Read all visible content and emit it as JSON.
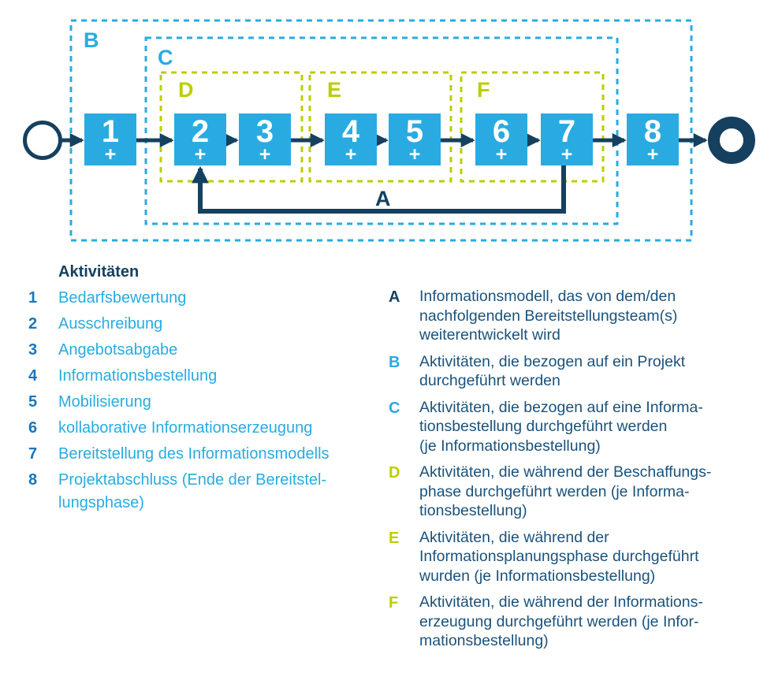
{
  "colors": {
    "box_fill_cyan": "#29ABE2",
    "group_cyan": "#29ABE2",
    "group_lime": "#BCCE00",
    "arrow_navy": "#16405F",
    "legend_number_blue": "#1B75BC",
    "legend_activity_cyan": "#29ABE2",
    "legend_body_blue": "#1A527C"
  },
  "diagram": {
    "icons": {
      "start_event": "bpmn-start-event-circle",
      "end_event": "bpmn-end-event-thick-circle",
      "subprocess_marker_glyph": "+"
    },
    "subprocess_marker": "+",
    "groups": [
      {
        "label": "B"
      },
      {
        "label": "C"
      },
      {
        "label": "D"
      },
      {
        "label": "E"
      },
      {
        "label": "F"
      }
    ],
    "loop_label": "A",
    "nodes": [
      {
        "label": "1"
      },
      {
        "label": "2"
      },
      {
        "label": "3"
      },
      {
        "label": "4"
      },
      {
        "label": "5"
      },
      {
        "label": "6"
      },
      {
        "label": "7"
      },
      {
        "label": "8"
      }
    ]
  },
  "legend_left": {
    "title": "Aktivitäten",
    "items": [
      {
        "num": "1",
        "label": "Bedarfsbewertung"
      },
      {
        "num": "2",
        "label": "Ausschreibung"
      },
      {
        "num": "3",
        "label": "Angebotsabgabe"
      },
      {
        "num": "4",
        "label": "Informationsbestellung"
      },
      {
        "num": "5",
        "label": "Mobilisierung"
      },
      {
        "num": "6",
        "label": "kollaborative Informationserzeugung"
      },
      {
        "num": "7",
        "label": "Bereitstellung des Informationsmodells"
      },
      {
        "num": "8",
        "label": "Projektabschluss (Ende der Bereitstel-\nlungsphase)"
      }
    ]
  },
  "legend_right": {
    "items": [
      {
        "key": "A",
        "text": "Informationsmodell, das von dem/den\nnachfolgenden Bereitstellungsteam(s)\nweiterentwickelt wird"
      },
      {
        "key": "B",
        "text": "Aktivitäten, die bezogen auf ein Projekt\ndurchgeführt werden"
      },
      {
        "key": "C",
        "text": "Aktivitäten, die bezogen auf eine Informa-\ntionsbestellung durchgeführt werden\n(je Informationsbestellung)"
      },
      {
        "key": "D",
        "text": "Aktivitäten, die während der Beschaffungs-\nphase durchgeführt werden (je Informa-\ntionsbestellung)"
      },
      {
        "key": "E",
        "text": "Aktivitäten, die während der\nInformationsplanungsphase durchgeführt\nwurden (je Informationsbestellung)"
      },
      {
        "key": "F",
        "text": "Aktivitäten, die während der Informations-\nerzeugung durchgeführt werden (je Infor-\nmationsbestellung)"
      }
    ]
  }
}
